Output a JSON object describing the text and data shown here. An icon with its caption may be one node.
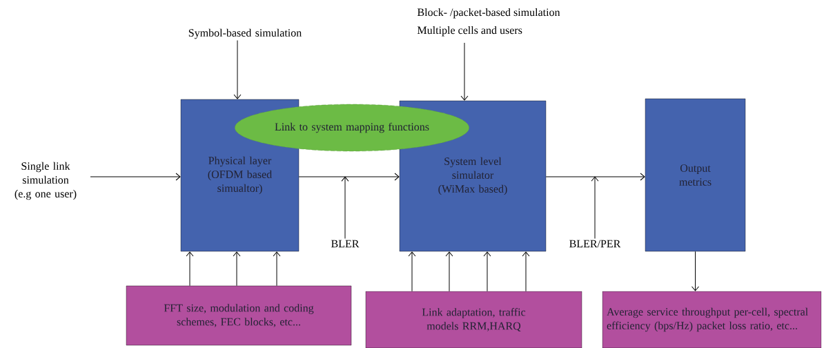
{
  "diagram": {
    "nodes": [
      {
        "text": [
          "Symbol-based simulation"
        ]
      },
      {
        "text": [
          "Block- /packet-based simulation",
          "Multiple cells and users"
        ]
      },
      {
        "text": [
          "Single link simulation (e.g one user)"
        ]
      },
      {
        "text": [
          "Physical layer (OFDM based simualtor)"
        ]
      },
      {
        "text": [
          "Link to system mapping functions"
        ]
      },
      {
        "text": [
          "System level simulator (WiMax based)"
        ]
      },
      {
        "text": [
          "Output metrics"
        ]
      },
      {
        "text": [
          "BLER"
        ]
      },
      {
        "text": [
          "BLER/PER"
        ]
      },
      {
        "text": [
          "FFT size, modulation and coding schemes, FEC blocks, etc..."
        ]
      },
      {
        "text": [
          "Link adaptation, traffic models RRM,HARQ"
        ]
      },
      {
        "text": [
          "Average service throughput per-cell, spectral efficiency (bps/Hz) packet loss ratio, etc..."
        ]
      }
    ],
    "edges": [
      {
        "from": 0,
        "to": 3,
        "arrow": "to"
      },
      {
        "from": 1,
        "to": 5,
        "arrow": "to"
      },
      {
        "from": 2,
        "to": 3,
        "arrow": "to"
      },
      {
        "from": 3,
        "to": 5,
        "arrow": "to"
      },
      {
        "from": 5,
        "to": 6,
        "arrow": "to"
      },
      {
        "from": 7,
        "to": null,
        "arrow": "to"
      },
      {
        "from": 8,
        "to": null,
        "arrow": "to"
      },
      {
        "from": 9,
        "to": 3,
        "arrow": "to"
      },
      {
        "from": 9,
        "to": 3,
        "arrow": "to"
      },
      {
        "from": 9,
        "to": 3,
        "arrow": "to"
      },
      {
        "from": 10,
        "to": 5,
        "arrow": "to"
      },
      {
        "from": 10,
        "to": 5,
        "arrow": "to"
      },
      {
        "from": 10,
        "to": 5,
        "arrow": "to"
      },
      {
        "from": 10,
        "to": 5,
        "arrow": "to"
      },
      {
        "from": 6,
        "to": 11,
        "arrow": "to"
      }
    ]
  }
}
